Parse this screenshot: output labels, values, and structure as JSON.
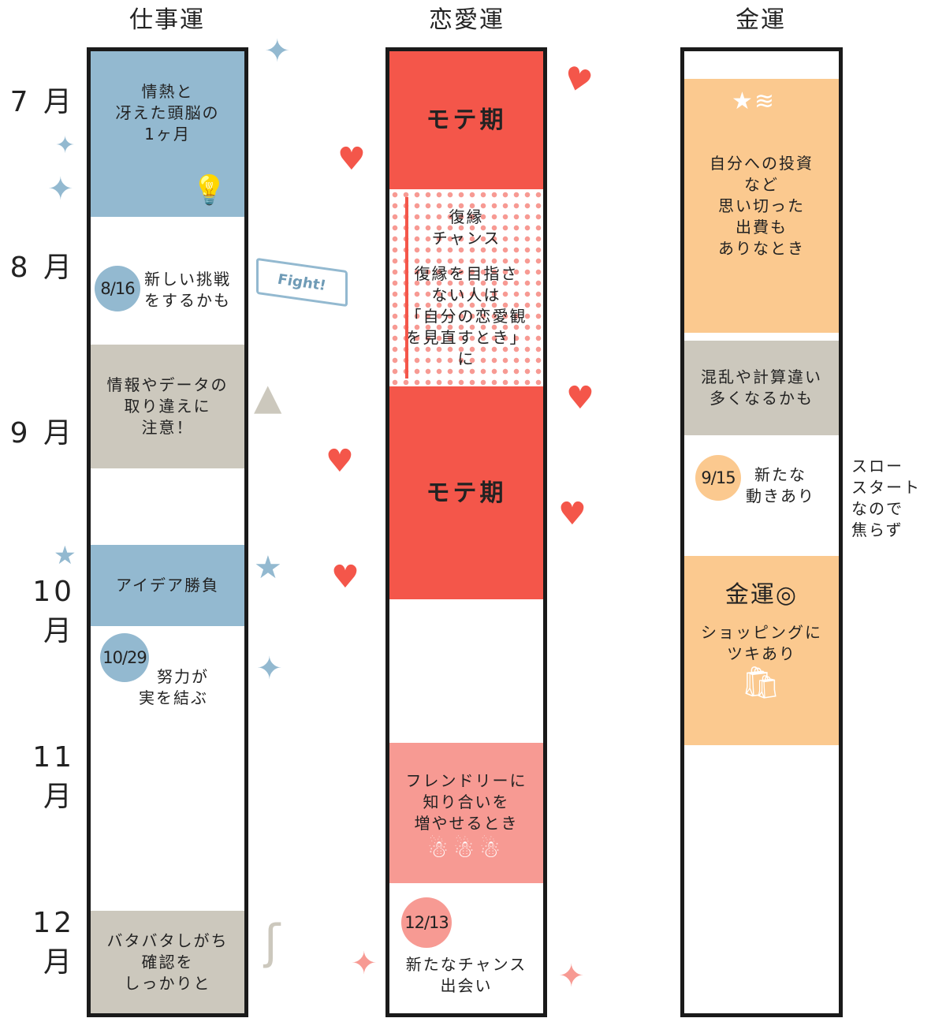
{
  "headers": {
    "work": "仕事運",
    "love": "恋愛運",
    "money": "金運"
  },
  "months": [
    "7 月",
    "8 月",
    "9 月",
    "10 月",
    "11 月",
    "12 月"
  ],
  "work": {
    "b1": [
      "情熱と",
      "冴えた頭脳の",
      "1ヶ月"
    ],
    "d1": {
      "date": "8/16",
      "text": [
        "新しい挑戦",
        "をするかも"
      ]
    },
    "b2": [
      "情報やデータの",
      "取り違えに",
      "注意！"
    ],
    "b3": "アイデア勝負",
    "d2": {
      "date": "10/29",
      "text": [
        "努力が",
        "実を結ぶ"
      ]
    },
    "b4": [
      "バタバタしがち",
      "確認を",
      "しっかりと"
    ],
    "flag": "Fight!"
  },
  "love": {
    "b1": "モテ期",
    "b2": [
      "復縁",
      "チャンス"
    ],
    "b2b": [
      "復縁を目指さ",
      "ない人は",
      "「自分の恋愛観",
      "を見直すとき」",
      "に"
    ],
    "b3": "モテ期",
    "b4": [
      "フレンドリーに",
      "知り合いを",
      "増やせるとき"
    ],
    "d1": {
      "date": "12/13",
      "text": [
        "新たなチャンス",
        "出会い"
      ]
    }
  },
  "money": {
    "b1": [
      "自分への投資",
      "など",
      "思い切った",
      "出費も",
      "ありなとき"
    ],
    "b2": [
      "混乱や計算違い",
      "多くなるかも"
    ],
    "d1": {
      "date": "9/15",
      "text": [
        "新たな",
        "動きあり"
      ]
    },
    "side": [
      "スロー",
      "スタート",
      "なので",
      "焦らず"
    ],
    "b3": "金運◎",
    "b3b": [
      "ショッピングに",
      "ツキあり"
    ]
  },
  "colors": {
    "blue": "#93b9d0",
    "beige": "#ccc8bd",
    "red": "#f4564a",
    "pink": "#f79a93",
    "orange": "#fbc98f"
  }
}
